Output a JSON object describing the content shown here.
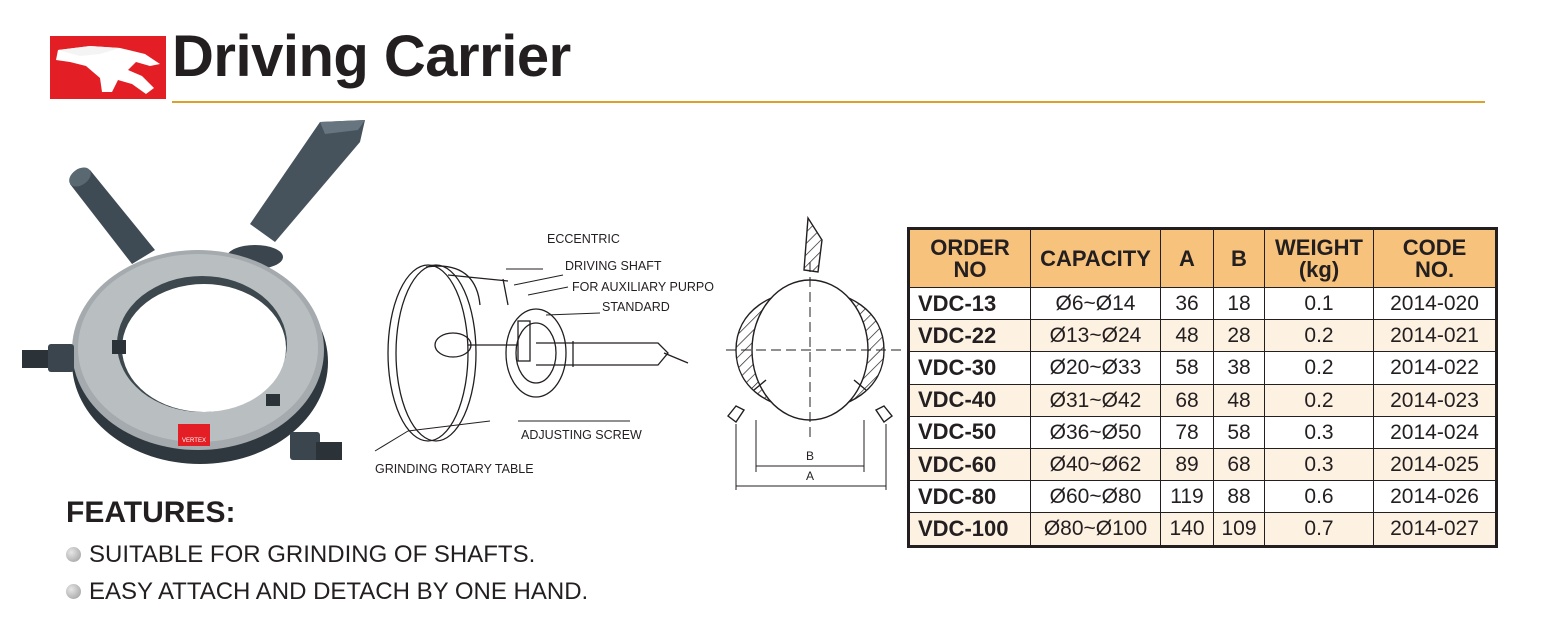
{
  "header": {
    "title": "Driving Carrier",
    "brand_color": "#e31e24",
    "rule_color": "#d9a22b"
  },
  "photo": {
    "badge_text": "VERTEX"
  },
  "diagram": {
    "labels": [
      "ECCENTRIC",
      "DRIVING SHAFT",
      "FOR AUXILIARY PURPO",
      "STANDARD",
      "ADJUSTING SCREW",
      "GRINDING ROTARY TABLE"
    ]
  },
  "section": {
    "label_b": "B",
    "label_a": "A"
  },
  "features": {
    "heading": "FEATURES:",
    "items": [
      "SUITABLE FOR GRINDING OF SHAFTS.",
      "EASY ATTACH AND DETACH BY ONE HAND."
    ]
  },
  "table": {
    "header_color": "#f7c27b",
    "headers": [
      "ORDER\nNO",
      "CAPACITY",
      "A",
      "B",
      "WEIGHT\n(kg)",
      "CODE\nNO."
    ],
    "rows": [
      [
        "VDC-13",
        "Ø6~Ø14",
        "36",
        "18",
        "0.1",
        "2014-020"
      ],
      [
        "VDC-22",
        "Ø13~Ø24",
        "48",
        "28",
        "0.2",
        "2014-021"
      ],
      [
        "VDC-30",
        "Ø20~Ø33",
        "58",
        "38",
        "0.2",
        "2014-022"
      ],
      [
        "VDC-40",
        "Ø31~Ø42",
        "68",
        "48",
        "0.2",
        "2014-023"
      ],
      [
        "VDC-50",
        "Ø36~Ø50",
        "78",
        "58",
        "0.3",
        "2014-024"
      ],
      [
        "VDC-60",
        "Ø40~Ø62",
        "89",
        "68",
        "0.3",
        "2014-025"
      ],
      [
        "VDC-80",
        "Ø60~Ø80",
        "119",
        "88",
        "0.6",
        "2014-026"
      ],
      [
        "VDC-100",
        "Ø80~Ø100",
        "140",
        "109",
        "0.7",
        "2014-027"
      ]
    ]
  }
}
